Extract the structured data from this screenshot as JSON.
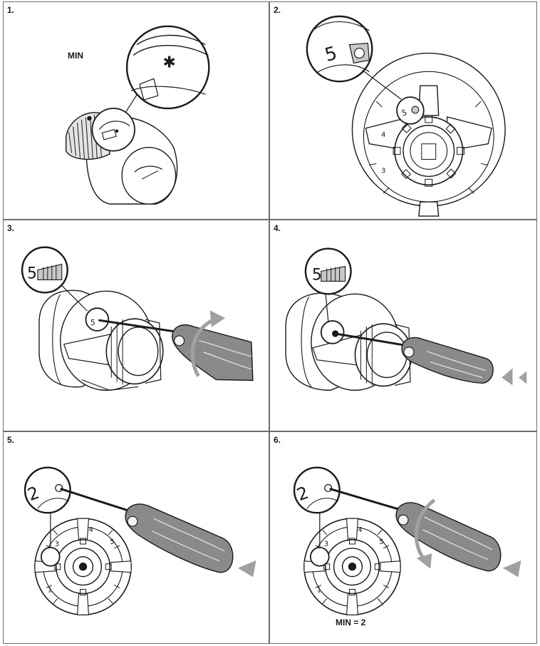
{
  "steps": [
    {
      "number": "1.",
      "label": "MIN"
    },
    {
      "number": "2."
    },
    {
      "number": "3."
    },
    {
      "number": "4."
    },
    {
      "number": "5."
    },
    {
      "number": "6.",
      "label": "MIN = 2"
    }
  ],
  "callouts": {
    "step1": "✱",
    "step2": "5",
    "step3": "5",
    "step4": "5",
    "step5": "2",
    "step6": "2"
  },
  "scale_marks": [
    "1",
    "2",
    "3",
    "4",
    "5"
  ],
  "colors": {
    "line": "#1a1a1a",
    "border": "#6e6e6e",
    "handle": "#8a8a8a",
    "knob_light": "#f2f2f2",
    "shade": "#b8b8b8"
  }
}
